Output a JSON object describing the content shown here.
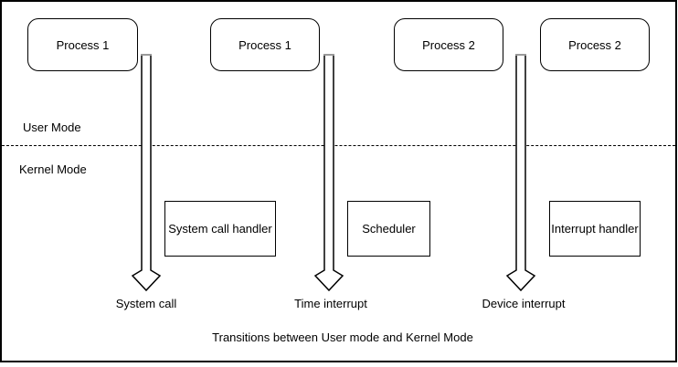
{
  "diagram": {
    "caption": "Transitions between User mode and Kernel Mode",
    "modes": {
      "user": "User Mode",
      "kernel": "Kernel Mode"
    },
    "process_boxes": [
      {
        "label": "Process 1"
      },
      {
        "label": "Process 1"
      },
      {
        "label": "Process 2"
      },
      {
        "label": "Process 2"
      }
    ],
    "kernel_boxes": [
      {
        "label": "System call handler"
      },
      {
        "label": "Scheduler"
      },
      {
        "label": "Interrupt handler"
      }
    ],
    "transitions": [
      {
        "label": "System call"
      },
      {
        "label": "Time interrupt"
      },
      {
        "label": "Device interrupt"
      }
    ],
    "colors": {
      "stroke": "#000000",
      "background": "#ffffff",
      "arrow_fill": "#ffffff",
      "arrow_cap": "#999999"
    }
  }
}
